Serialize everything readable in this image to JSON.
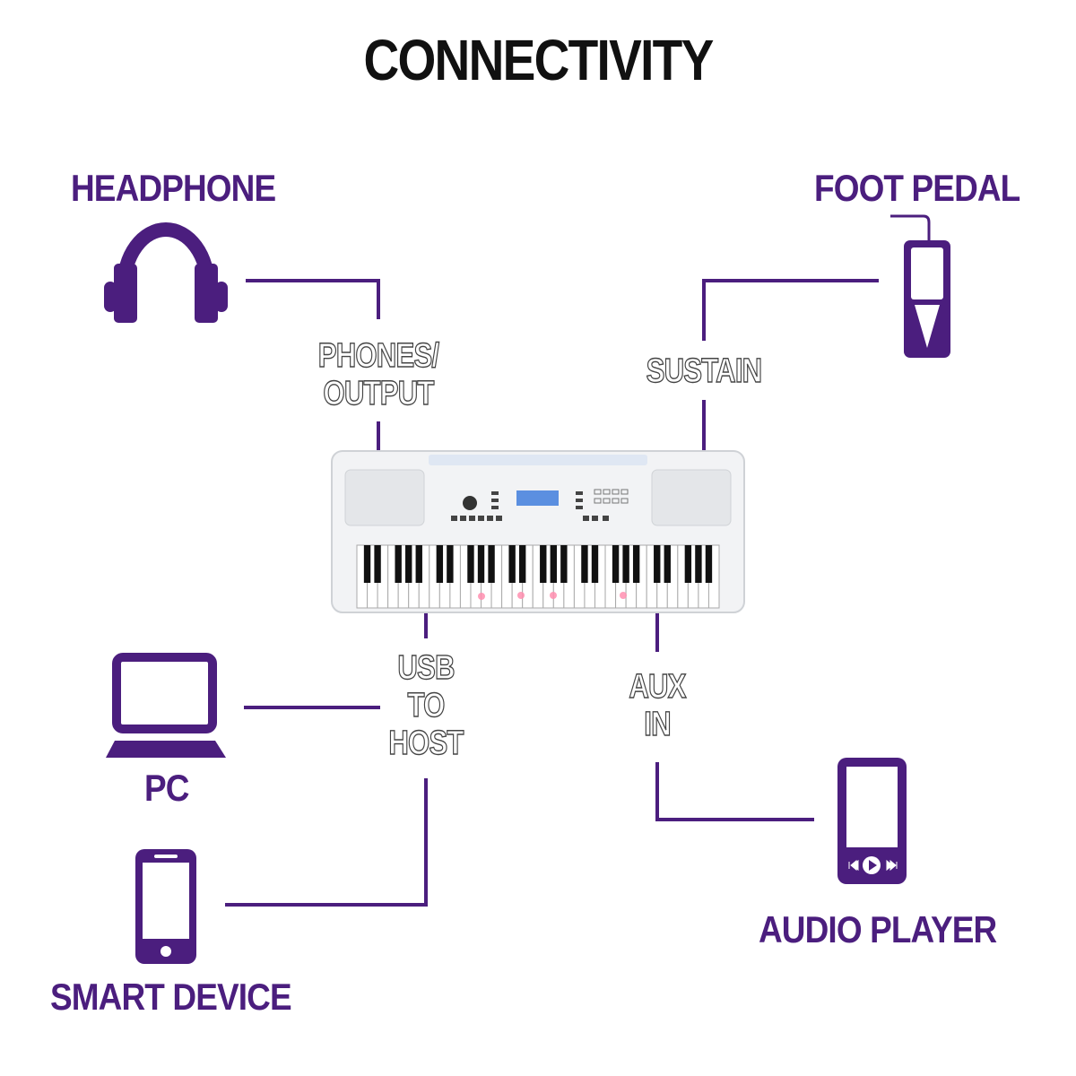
{
  "title": "CONNECTIVITY",
  "colors": {
    "accent": "#4b1e7e",
    "port_text_fill": "#ffffff",
    "port_text_stroke": "#444444"
  },
  "devices": {
    "headphone": "HEADPHONE",
    "foot_pedal": "FOOT PEDAL",
    "pc": "PC",
    "smart_device": "SMART DEVICE",
    "audio_player": "AUDIO PLAYER"
  },
  "ports": {
    "phones_line1": "PHONES/",
    "phones_line2": "OUTPUT",
    "sustain": "SUSTAIN",
    "usb_line1": "USB",
    "usb_line2": "TO",
    "usb_line3": "HOST",
    "aux_line1": "AUX",
    "aux_line2": "IN"
  },
  "icons": [
    "headphone-icon",
    "foot-pedal-icon",
    "laptop-icon",
    "smartphone-icon",
    "audio-player-icon",
    "keyboard-image"
  ]
}
